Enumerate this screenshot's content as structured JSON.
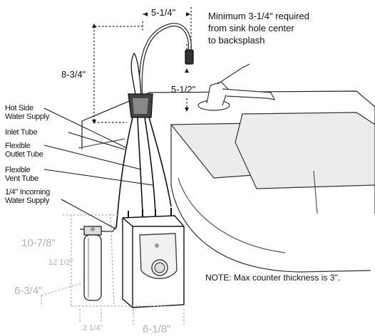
{
  "callouts": {
    "hot_side": [
      "Hot Side",
      "Water Supply"
    ],
    "inlet_tube": "Inlet Tube",
    "outlet_tube": [
      "Flexible",
      "Outlet Tube"
    ],
    "vent_tube": [
      "Flexible",
      "Vent Tube"
    ],
    "incoming_supply": [
      "1/4\" Incoming",
      "Water Supply"
    ]
  },
  "dimensions": {
    "spout_reach": "5-1/4\"",
    "faucet_height": "8-3/4\"",
    "spout_clearance": "5-1/2\"",
    "tank_height": "10-7/8\"",
    "filter_height": "12 1/2\"",
    "tank_depth": "6-3/4\"",
    "filter_width": "2 1/4\"",
    "tank_width": "6-1/8\""
  },
  "notes": {
    "backsplash": [
      "Minimum  3-1/4\" required",
      "from sink hole center",
      "to backsplash"
    ],
    "counter": "NOTE: Max counter thickness is 3\"."
  },
  "colors": {
    "line": "#111111",
    "grey_line": "#b3b3b3",
    "sink_fill": "#e6e6e6"
  }
}
